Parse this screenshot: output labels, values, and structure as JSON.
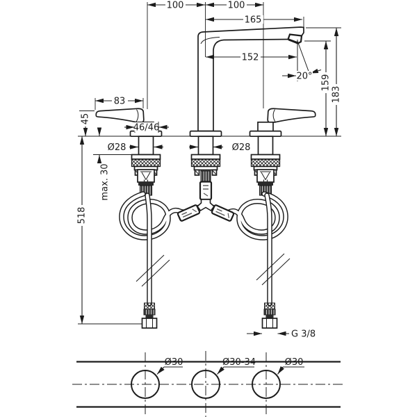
{
  "colors": {
    "ink": "#1c1c1c",
    "paper": "#ffffff"
  },
  "elevation": {
    "spacing_left": "100",
    "spacing_right": "100",
    "spout_reach": "165",
    "aerator_reach": "152",
    "stream_angle": "20°",
    "outlet_height": "159",
    "total_height": "183",
    "handle_length": "83",
    "handle_height": "45",
    "handle_width": "46/46",
    "shank_dia_left": "Ø28",
    "shank_dia_center": "Ø28",
    "deck_max_thickness": "max. 30",
    "hose_length": "518",
    "thread": "G 3/8"
  },
  "plan": {
    "hole_left": "Ø30",
    "hole_center": "Ø30-34",
    "hole_right": "Ø30"
  }
}
